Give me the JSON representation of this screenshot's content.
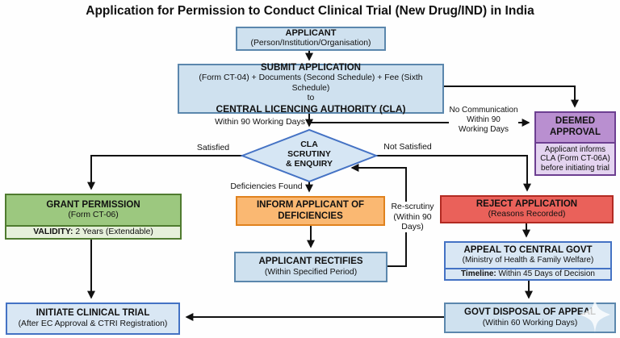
{
  "title": "Application for Permission to Conduct Clinical Trial (New Drug/IND) in India",
  "nodes": {
    "applicant": {
      "line1": "APPLICANT",
      "line2": "(Person/Institution/Organisation)"
    },
    "submit": {
      "line1": "SUBMIT APPLICATION",
      "line2": "(Form CT-04) + Documents (Second Schedule) + Fee (Sixth Schedule)",
      "line3": "to",
      "line4": "CENTRAL LICENCING AUTHORITY (CLA)"
    },
    "deemed": {
      "line1": "DEEMED",
      "line2": "APPROVAL",
      "note1": "Applicant informs",
      "note2": "CLA (Form CT-06A)",
      "note3": "before initiating trial"
    },
    "scrutiny": {
      "line1": "CLA",
      "line2": "SCRUTINY",
      "line3": "& ENQUIRY"
    },
    "grant": {
      "line1": "GRANT PERMISSION",
      "line2": "(Form CT-06)",
      "validity_label": "VALIDITY:",
      "validity_value": " 2 Years (Extendable)"
    },
    "inform": {
      "line1": "INFORM APPLICANT OF",
      "line2": "DEFICIENCIES"
    },
    "rectifies": {
      "line1": "APPLICANT RECTIFIES",
      "line2": "(Within Specified Period)"
    },
    "reject": {
      "line1": "REJECT APPLICATION",
      "line2": "(Reasons Recorded)"
    },
    "appeal": {
      "line1": "APPEAL TO CENTRAL GOVT",
      "line2": "(Ministry of Health & Family Welfare)",
      "timeline_label": "Timeline:",
      "timeline_value": " Within 45 Days of Decision"
    },
    "govt": {
      "line1": "GOVT DISPOSAL OF APPEAL",
      "line2": "(Within 60 Working Days)"
    },
    "initiate": {
      "line1": "INITIATE CLINICAL TRIAL",
      "line2": "(After EC Approval & CTRI Registration)"
    }
  },
  "edge_labels": {
    "within90": "Within 90 Working Days",
    "satisfied": "Satisfied",
    "not_satisfied": "Not Satisfied",
    "no_comm_1": "No Communication",
    "no_comm_2": "Within 90",
    "no_comm_3": "Working Days",
    "deficiencies": "Deficiencies Found",
    "rescrutiny_1": "Re-scrutiny",
    "rescrutiny_2": "(Within 90",
    "rescrutiny_3": "Days)"
  },
  "colors": {
    "light_blue_fill": "#cfe1ef",
    "light_blue_border": "#5b87ad",
    "bright_blue_border": "#4472c4",
    "diamond_fill": "#d6e6f4",
    "green_fill": "#9cc87f",
    "green_sub_fill": "#e6f0db",
    "green_border": "#4f7b2f",
    "orange_fill": "#fab872",
    "orange_border": "#e0821e",
    "red_fill": "#ea615a",
    "red_border": "#b22a22",
    "purple_fill": "#b98fd0",
    "purple_sub_fill": "#e4d4f0",
    "purple_border": "#6d3f91",
    "line_color": "#111111"
  }
}
